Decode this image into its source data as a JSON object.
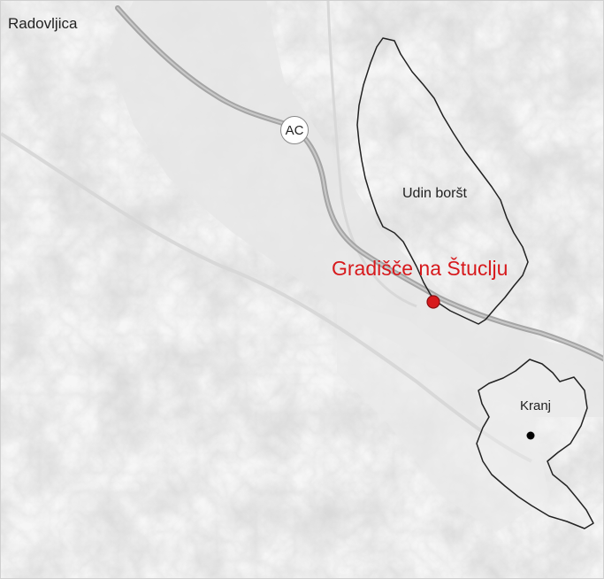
{
  "map": {
    "colors": {
      "terrain_light": "#f6f6f6",
      "terrain_shade": "#c8c8c8",
      "valley": "#e4e4e4",
      "motorway": "#a5a5a5",
      "boundary": "#222222",
      "site_marker": "#d7191c",
      "town_marker": "#000000"
    },
    "labels": {
      "radovljica": "Radovljica",
      "udin_borst": "Udin boršt",
      "kranj": "Kranj",
      "site": "Gradišče na Štuclju",
      "motorway_badge": "AC"
    }
  }
}
